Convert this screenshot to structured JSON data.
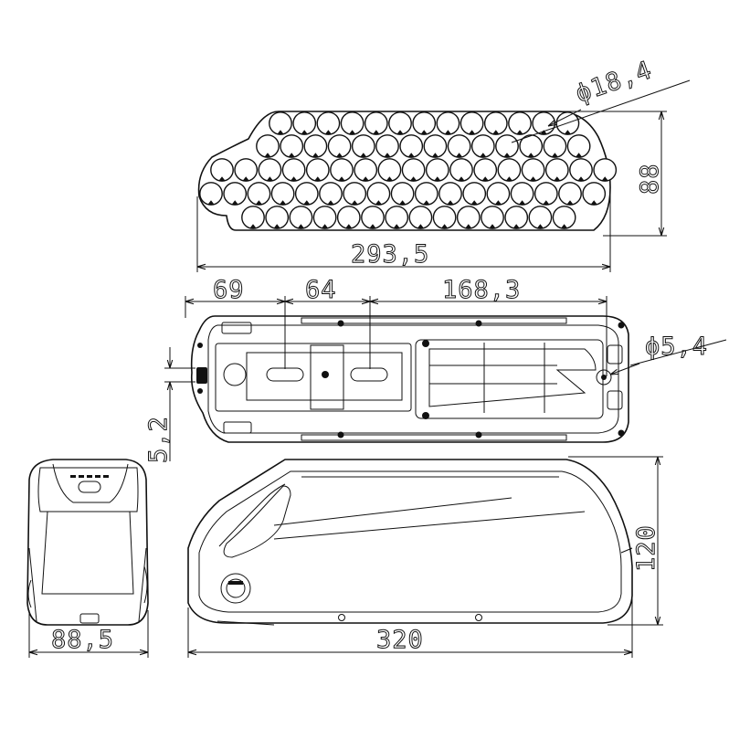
{
  "dimensions": {
    "cell_diameter": "ϕ18,4",
    "pack_height": "88",
    "pack_length": "293,5",
    "offset_69": "69",
    "offset_64": "64",
    "offset_168": "168,3",
    "hole_diameter": "ϕ5,4",
    "offset_5_2": "5,2",
    "end_width": "88,5",
    "body_length": "320",
    "body_height": "120"
  }
}
